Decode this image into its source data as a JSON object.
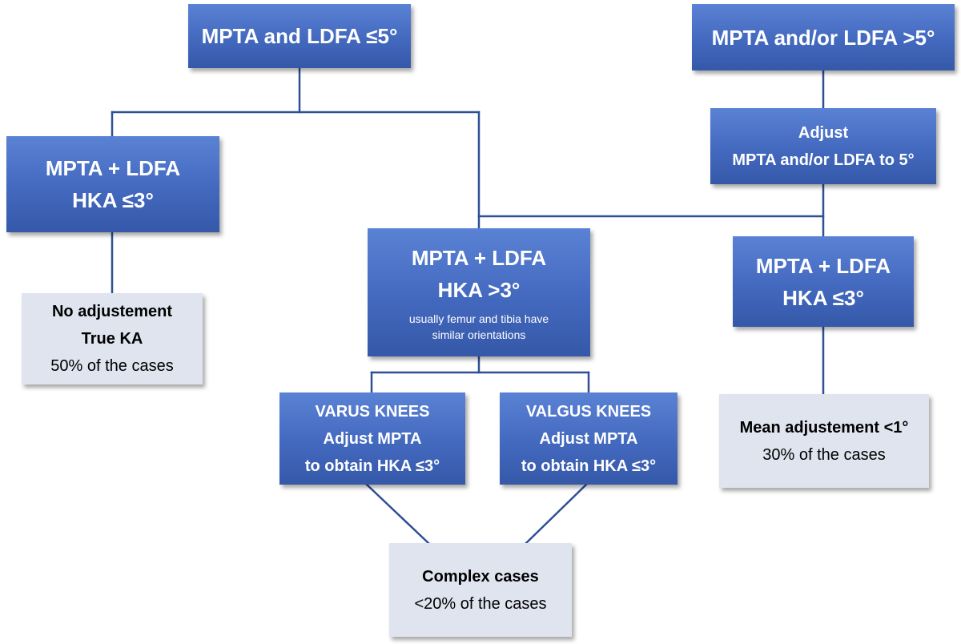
{
  "nodes": {
    "top_left": {
      "line1": "MPTA and LDFA ≤5°"
    },
    "top_right": {
      "line1": "MPTA and/or LDFA >5°"
    },
    "adjust": {
      "line1": "Adjust",
      "line2": "MPTA and/or LDFA to 5°"
    },
    "left_hka": {
      "line1": "MPTA + LDFA",
      "line2": "HKA ≤3°"
    },
    "center_hka": {
      "line1": "MPTA + LDFA",
      "line2": "HKA >3°",
      "note1": "usually femur and tibia have",
      "note2": "similar orientations"
    },
    "right_hka": {
      "line1": "MPTA + LDFA",
      "line2": "HKA ≤3°"
    },
    "no_adjust": {
      "line1": "No adjustement",
      "line2": "True KA",
      "line3": "50% of the cases"
    },
    "varus": {
      "line1": "VARUS KNEES",
      "line2": "Adjust MPTA",
      "line3": "to obtain HKA ≤3°"
    },
    "valgus": {
      "line1": "VALGUS KNEES",
      "line2": "Adjust MPTA",
      "line3": "to obtain HKA ≤3°"
    },
    "mean_adjust": {
      "line1": "Mean adjustement <1°",
      "line2": "30% of the cases"
    },
    "complex": {
      "line1": "Complex cases",
      "line2": "<20% of the cases"
    }
  },
  "colors": {
    "box_blue": "#4369bf",
    "box_pale": "#dfe4ef",
    "connector": "#2f4f96"
  }
}
